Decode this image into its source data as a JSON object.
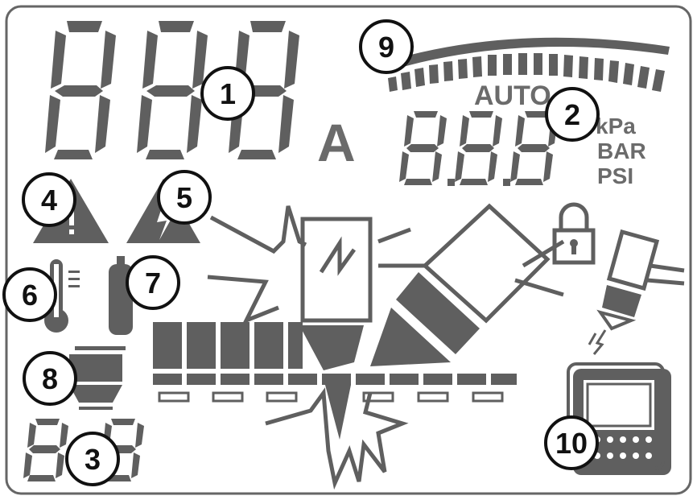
{
  "callouts": [
    {
      "id": "1",
      "text": "1"
    },
    {
      "id": "2",
      "text": "2"
    },
    {
      "id": "3",
      "text": "3"
    },
    {
      "id": "4",
      "text": "4"
    },
    {
      "id": "5",
      "text": "5"
    },
    {
      "id": "6",
      "text": "6"
    },
    {
      "id": "7",
      "text": "7"
    },
    {
      "id": "8",
      "text": "8"
    },
    {
      "id": "9",
      "text": "9"
    },
    {
      "id": "10",
      "text": "10"
    }
  ],
  "current_unit": "A",
  "pressure_mode": "AUTO",
  "pressure_units": {
    "kpa": "kPa",
    "bar": "BAR",
    "psi": "PSI"
  },
  "colors": {
    "segment": "#5f5f5f",
    "segment_light": "#8a8a8a",
    "border": "#666666",
    "callout_fill": "#ffffff",
    "callout_stroke": "#111111"
  }
}
